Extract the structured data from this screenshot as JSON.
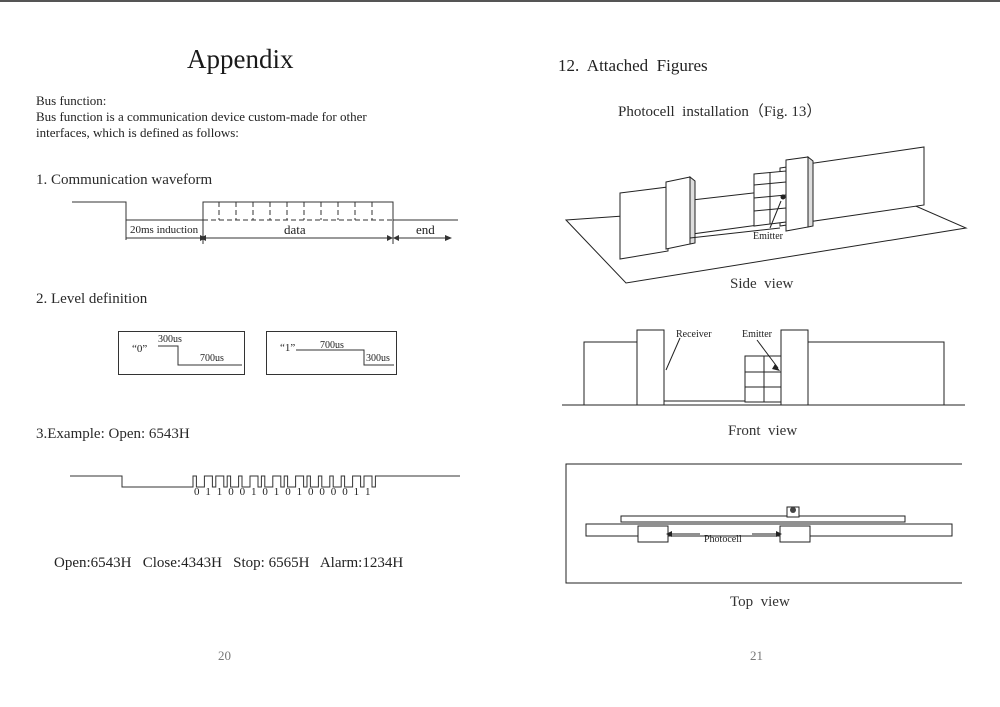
{
  "left_page": {
    "title": "Appendix",
    "intro_line1": "Bus function:",
    "intro_line2": "Bus function is a communication device custom-made for other",
    "intro_line3": "interfaces, which is defined as follows:",
    "section1": "1. Communication waveform",
    "waveform_labels": {
      "induction": "20ms induction",
      "data": "data",
      "end": "end"
    },
    "section2": "2. Level definition",
    "level_zero": {
      "symbol": "“0”",
      "high": "300us",
      "low": "700us"
    },
    "level_one": {
      "symbol": "“1”",
      "high": "700us",
      "low": "300us"
    },
    "section3": "3.Example: Open: 6543H",
    "example_bits": [
      "0",
      "1",
      "1",
      "0",
      "0",
      "1",
      "0",
      "1",
      "0",
      "1",
      "0",
      "0",
      "0",
      "0",
      "1",
      "1"
    ],
    "codes": "Open:6543H   Close:4343H   Stop: 6565H   Alarm:1234H",
    "page_number": "20"
  },
  "right_page": {
    "title": "12.  Attached  Figures",
    "subtitle": "Photocell  installation（Fig. 13）",
    "side_view_emitter": "Emitter",
    "side_view_caption": "Side  view",
    "front_receiver": "Receiver",
    "front_emitter": "Emitter",
    "front_view_caption": "Front  view",
    "top_photocell": "Photocell",
    "top_view_caption": "Top  view",
    "page_number": "21"
  }
}
